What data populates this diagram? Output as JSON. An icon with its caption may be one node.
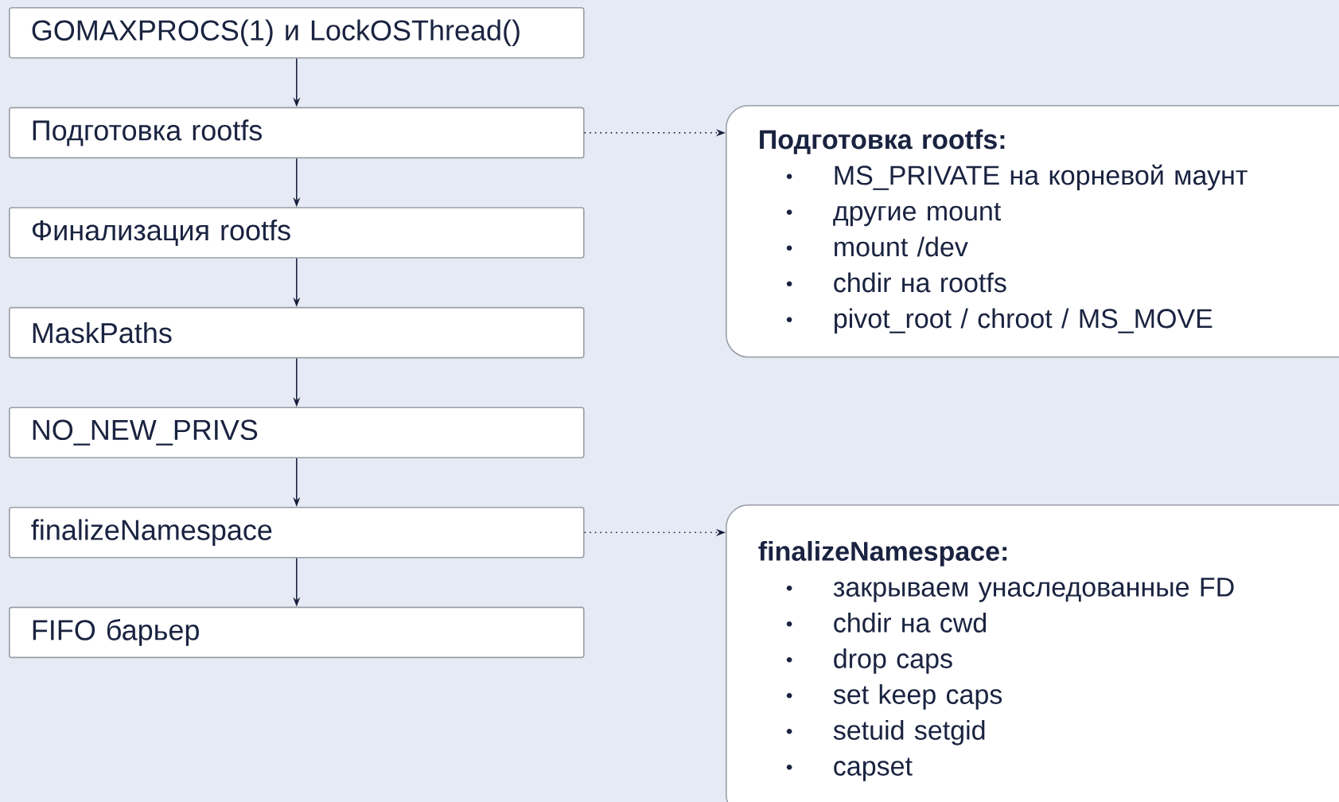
{
  "diagram": {
    "nodes": [
      {
        "text": [
          "GOMAXPROCS(1) и LockOSThread()"
        ]
      },
      {
        "text": [
          "Подготовка rootfs"
        ]
      },
      {
        "text": [
          "Финализация rootfs"
        ]
      },
      {
        "text": [
          "MaskPaths"
        ]
      },
      {
        "text": [
          "NO_NEW_PRIVS"
        ]
      },
      {
        "text": [
          "finalizeNamespace"
        ]
      },
      {
        "text": [
          "FIFO барьер"
        ]
      },
      {
        "text": [
          "Подготовка rootfs:",
          "MS_PRIVATE на корневой маунт",
          "другие mount",
          "mount /dev",
          "chdir на rootfs",
          "pivot_root / chroot / MS_MOVE"
        ]
      },
      {
        "text": [
          "finalizeNamespace:",
          "закрываем унаследованные FD",
          "chdir на cwd",
          "drop caps",
          "set keep caps",
          "setuid setgid",
          "capset"
        ]
      }
    ],
    "edges": [
      {
        "from": 0,
        "to": 1,
        "arrow": "to"
      },
      {
        "from": 1,
        "to": 2,
        "arrow": "to"
      },
      {
        "from": 2,
        "to": 3,
        "arrow": "to"
      },
      {
        "from": 3,
        "to": 4,
        "arrow": "to"
      },
      {
        "from": 4,
        "to": 5,
        "arrow": "to"
      },
      {
        "from": 5,
        "to": 6,
        "arrow": "to"
      },
      {
        "from": 1,
        "to": 7,
        "arrow": "to",
        "style": "dashed"
      },
      {
        "from": 5,
        "to": 8,
        "arrow": "to",
        "style": "dashed"
      }
    ]
  }
}
